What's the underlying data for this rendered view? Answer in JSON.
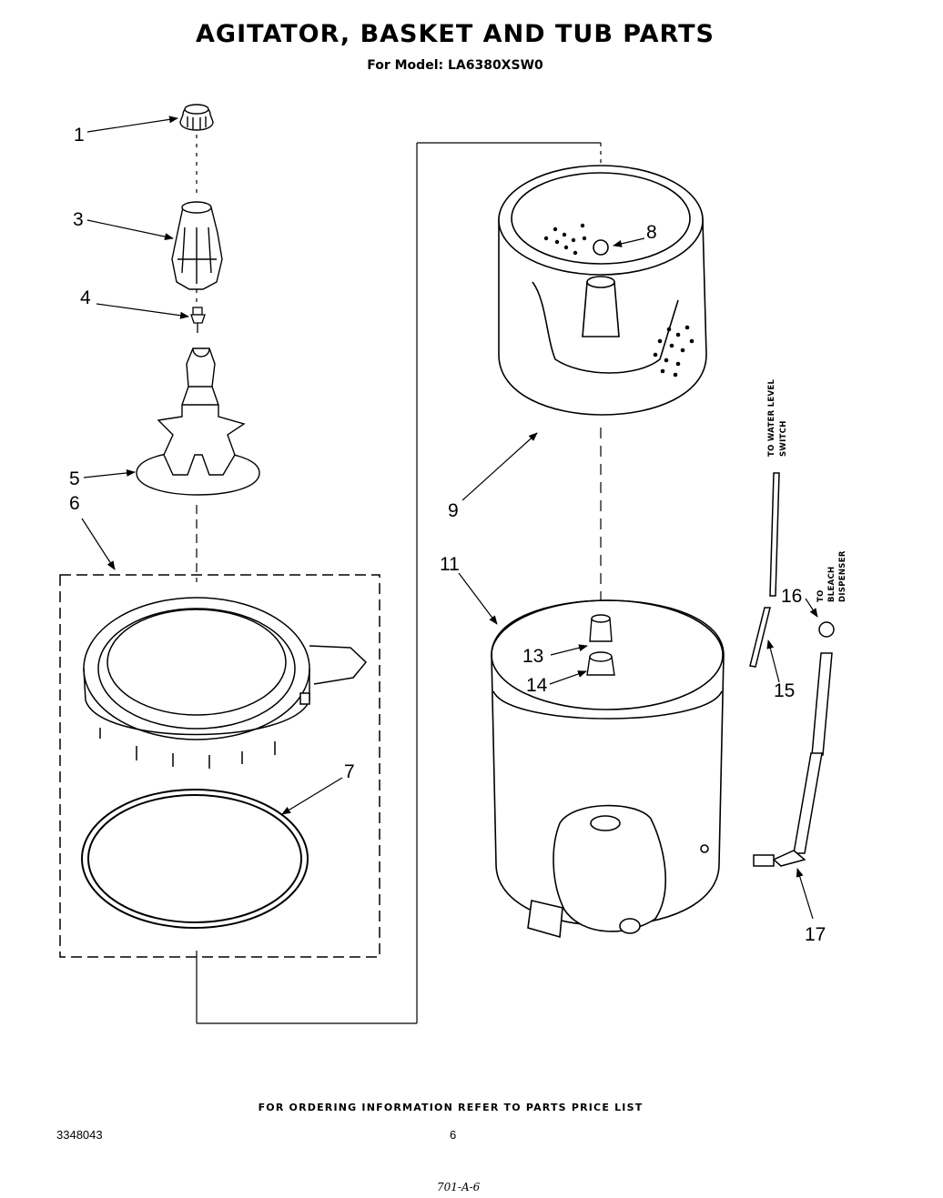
{
  "header": {
    "title": "AGITATOR, BASKET AND TUB PARTS",
    "subtitle": "For Model: LA6380XSW0"
  },
  "callouts": {
    "c1": "1",
    "c3": "3",
    "c4": "4",
    "c5": "5",
    "c6": "6",
    "c7": "7",
    "c8": "8",
    "c9": "9",
    "c11": "11",
    "c13": "13",
    "c14": "14",
    "c15": "15",
    "c16": "16",
    "c17": "17"
  },
  "notes": {
    "water_level_1": "TO WATER LEVEL",
    "water_level_2": "SWITCH",
    "bleach_1": "TO",
    "bleach_2": "BLEACH",
    "bleach_3": "DISPENSER"
  },
  "footer": {
    "ordering": "FOR ORDERING INFORMATION REFER TO PARTS PRICE LIST",
    "doc_number": "3348043",
    "page_number": "6",
    "handwritten": "701-A-6"
  }
}
